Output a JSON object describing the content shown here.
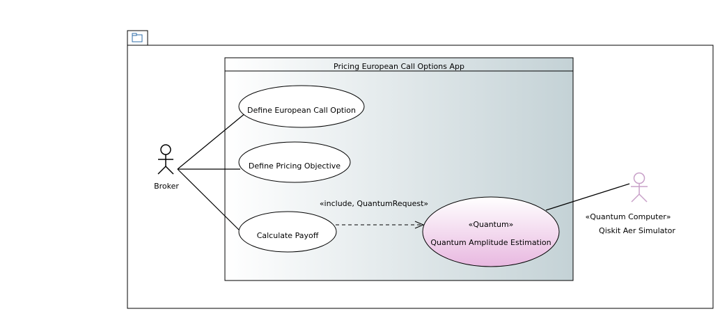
{
  "diagram": {
    "type": "uml-use-case",
    "package_icon": "folder-icon",
    "system": {
      "title": "Pricing European Call Options App"
    },
    "actors": [
      {
        "id": "broker",
        "name": "Broker",
        "stereotype": ""
      },
      {
        "id": "qiskit",
        "name": "Qiskit Aer Simulator",
        "stereotype": "«Quantum Computer»",
        "color": "#c8a0c8"
      }
    ],
    "use_cases": [
      {
        "id": "uc1",
        "name": "Define European Call Option"
      },
      {
        "id": "uc2",
        "name": "Define Pricing Objective"
      },
      {
        "id": "uc3",
        "name": "Calculate Payoff"
      },
      {
        "id": "uc4",
        "name": "Quantum Amplitude Estimation",
        "stereotype": "«Quantum»",
        "color": "#e8b8e0"
      }
    ],
    "relationships": [
      {
        "from": "broker",
        "to": "uc1",
        "kind": "association"
      },
      {
        "from": "broker",
        "to": "uc2",
        "kind": "association"
      },
      {
        "from": "broker",
        "to": "uc3",
        "kind": "association"
      },
      {
        "from": "uc3",
        "to": "uc4",
        "kind": "include",
        "label": "«include, QuantumRequest»"
      },
      {
        "from": "uc4",
        "to": "qiskit",
        "kind": "association"
      }
    ]
  }
}
